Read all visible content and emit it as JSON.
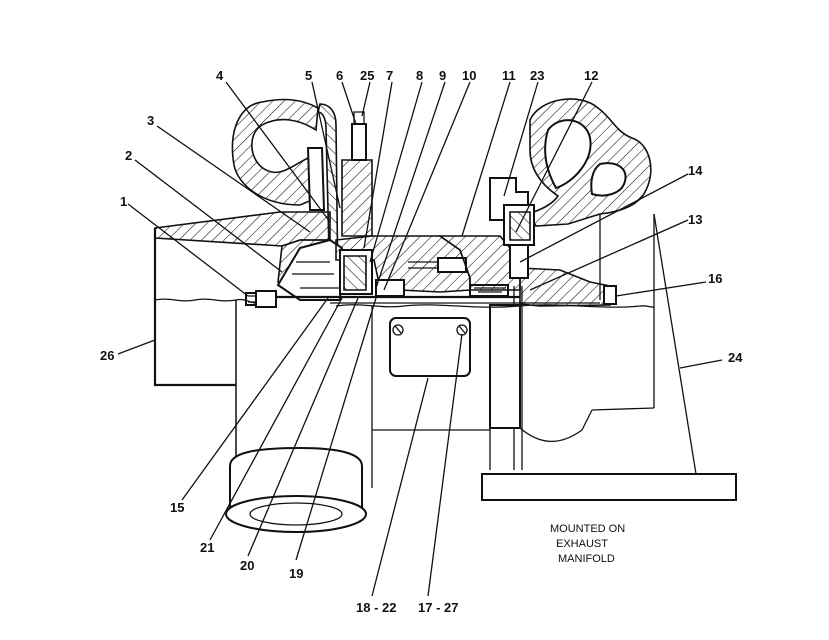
{
  "callouts": [
    {
      "id": "c1",
      "text": "1"
    },
    {
      "id": "c2",
      "text": "2"
    },
    {
      "id": "c3",
      "text": "3"
    },
    {
      "id": "c4",
      "text": "4"
    },
    {
      "id": "c5",
      "text": "5"
    },
    {
      "id": "c6",
      "text": "6"
    },
    {
      "id": "c25",
      "text": "25"
    },
    {
      "id": "c7",
      "text": "7"
    },
    {
      "id": "c8",
      "text": "8"
    },
    {
      "id": "c9",
      "text": "9"
    },
    {
      "id": "c10",
      "text": "10"
    },
    {
      "id": "c11",
      "text": "11"
    },
    {
      "id": "c23",
      "text": "23"
    },
    {
      "id": "c12",
      "text": "12"
    },
    {
      "id": "c14",
      "text": "14"
    },
    {
      "id": "c13",
      "text": "13"
    },
    {
      "id": "c16",
      "text": "16"
    },
    {
      "id": "c24",
      "text": "24"
    },
    {
      "id": "c26",
      "text": "26"
    },
    {
      "id": "c15",
      "text": "15"
    },
    {
      "id": "c21",
      "text": "21"
    },
    {
      "id": "c20",
      "text": "20"
    },
    {
      "id": "c19",
      "text": "19"
    },
    {
      "id": "c18_22",
      "text": "18 - 22"
    },
    {
      "id": "c17_27",
      "text": "17 - 27"
    }
  ],
  "note": {
    "line1": "MOUNTED ON",
    "line2": "EXHAUST",
    "line3": "MANIFOLD"
  }
}
